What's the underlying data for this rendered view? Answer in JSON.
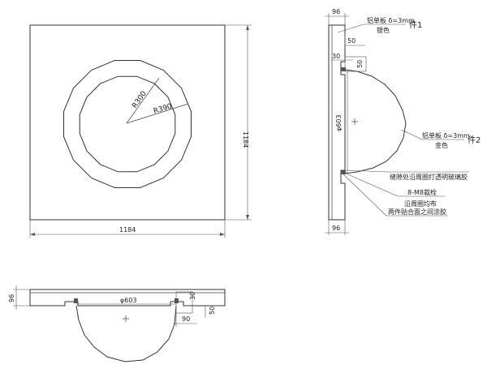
{
  "front_view": {
    "radius_inner": "R300",
    "radius_outer": "R390",
    "width_dim": "1184",
    "height_dim": "1184"
  },
  "side_view": {
    "top_dim": "96",
    "bottom_dim": "96",
    "diameter": "φ603",
    "dim_50_top": "50",
    "dim_30": "30",
    "dim_50_box": "50",
    "part1_material": "铝单板 δ=3mm",
    "part1_color": "银色",
    "part1_label": "件1",
    "part2_material": "铝单板 δ=3mm",
    "part2_color": "金色",
    "part2_label": "件2",
    "note_seam": "缝隙处沿周圈打透明玻璃胶",
    "note_bolt": "8-M8栽栓",
    "note_bolt_sub": "沿周圈均布",
    "note_glue": "两件贴合面之间涂胶"
  },
  "bottom_view": {
    "left_dim": "96",
    "diameter": "φ603",
    "dim_30": "30",
    "dim_50": "50",
    "dim_90": "90"
  }
}
